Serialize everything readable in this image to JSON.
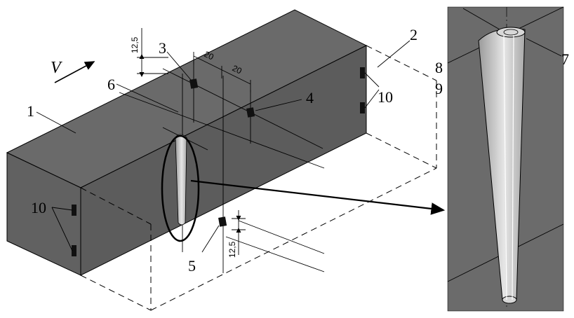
{
  "velocity_label": "V",
  "labels": {
    "n1": "1",
    "n2": "2",
    "n3": "3",
    "n4": "4",
    "n5": "5",
    "n6": "6",
    "n7": "7",
    "n8": "8",
    "n9": "9",
    "n10_right": "10",
    "n10_left": "10"
  },
  "dimensions": {
    "top_offset": "12,5",
    "bottom_offset": "12,5",
    "spacing_a": "20",
    "spacing_b": "20"
  },
  "colors": {
    "block_top": "#6a6a6a",
    "block_front": "#616161",
    "block_side": "#5c5c5c",
    "inset_bg": "#6b6b6b",
    "strut": "#c8c8c8",
    "sensor": "#111111"
  }
}
